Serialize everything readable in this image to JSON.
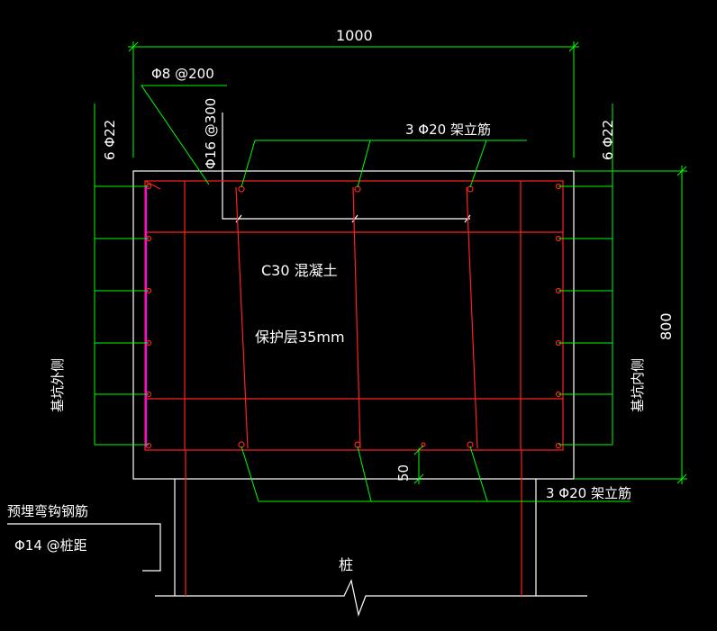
{
  "labels": {
    "width_dim": "1000",
    "height_dim": "800",
    "cover_dim": "50",
    "stirrup": "Φ8 @200",
    "tie_bar": "Φ16 @300",
    "top_erection": "3 Φ20 架立筋",
    "bottom_erection": "3 Φ20 架立筋",
    "left_side_bars": "6 Φ22",
    "right_side_bars": "6 Φ22",
    "concrete": "C30 混凝土",
    "cover": "保护层35mm",
    "pit_outer": "基坑外侧",
    "pit_inner": "基坑内侧",
    "embedded_hook": "预埋弯钩钢筋",
    "hook_spec": "Φ14 @桩距",
    "pile": "桩"
  },
  "colors": {
    "background": "#000000",
    "outline": "#ffffff",
    "rebar": "#ff2020",
    "leader": "#00ff00",
    "highlight": "#ff00ff"
  }
}
